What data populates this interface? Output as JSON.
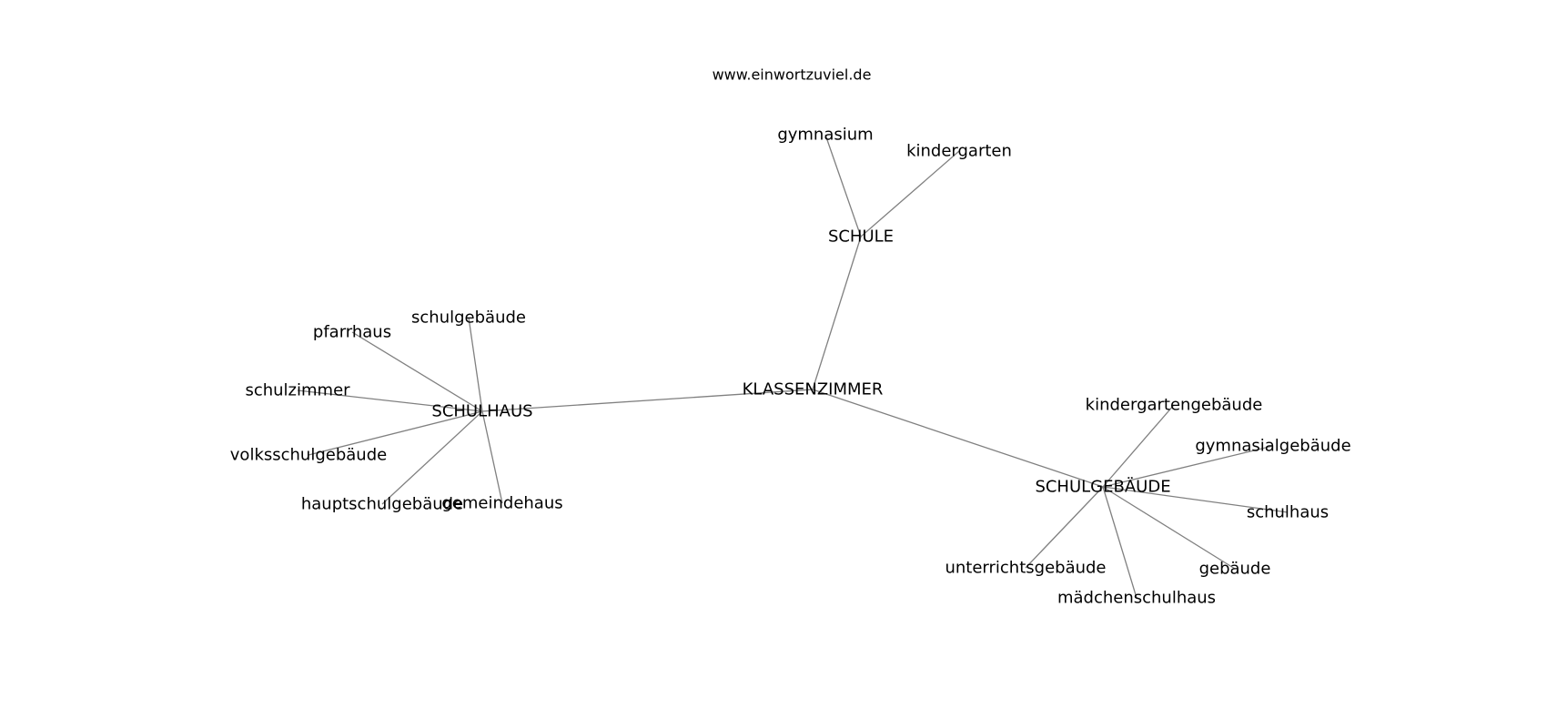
{
  "watermark": "www.einwortzuviel.de",
  "nodes": {
    "klassenzimmer": "KLASSENZIMMER",
    "schule": "SCHULE",
    "gymnasium": "gymnasium",
    "kindergarten": "kindergarten",
    "schulhaus_hub": "SCHULHAUS",
    "schulgebaeude_lc": "schulgebäude",
    "pfarrhaus": "pfarrhaus",
    "schulzimmer": "schulzimmer",
    "volksschulgebaeude": "volksschulgebäude",
    "hauptschulgebaeude": "hauptschulgebäude",
    "gemeindehaus": "gemeindehaus",
    "schulgebaeude_hub": "SCHULGEBÄUDE",
    "kindergartengebaeude": "kindergartengebäude",
    "gymnasialgebaeude": "gymnasialgebäude",
    "schulhaus_lc": "schulhaus",
    "gebaeude": "gebäude",
    "maedchenschulhaus": "mädchenschulhaus",
    "unterrichtsgebaeude": "unterrichtsgebäude"
  },
  "edges": [
    [
      "klassenzimmer",
      "schule"
    ],
    [
      "klassenzimmer",
      "schulhaus_hub"
    ],
    [
      "klassenzimmer",
      "schulgebaeude_hub"
    ],
    [
      "schule",
      "gymnasium"
    ],
    [
      "schule",
      "kindergarten"
    ],
    [
      "schulhaus_hub",
      "schulgebaeude_lc"
    ],
    [
      "schulhaus_hub",
      "pfarrhaus"
    ],
    [
      "schulhaus_hub",
      "schulzimmer"
    ],
    [
      "schulhaus_hub",
      "volksschulgebaeude"
    ],
    [
      "schulhaus_hub",
      "hauptschulgebaeude"
    ],
    [
      "schulhaus_hub",
      "gemeindehaus"
    ],
    [
      "schulgebaeude_hub",
      "kindergartengebaeude"
    ],
    [
      "schulgebaeude_hub",
      "gymnasialgebaeude"
    ],
    [
      "schulgebaeude_hub",
      "schulhaus_lc"
    ],
    [
      "schulgebaeude_hub",
      "gebaeude"
    ],
    [
      "schulgebaeude_hub",
      "maedchenschulhaus"
    ],
    [
      "schulgebaeude_hub",
      "unterrichtsgebaeude"
    ]
  ]
}
